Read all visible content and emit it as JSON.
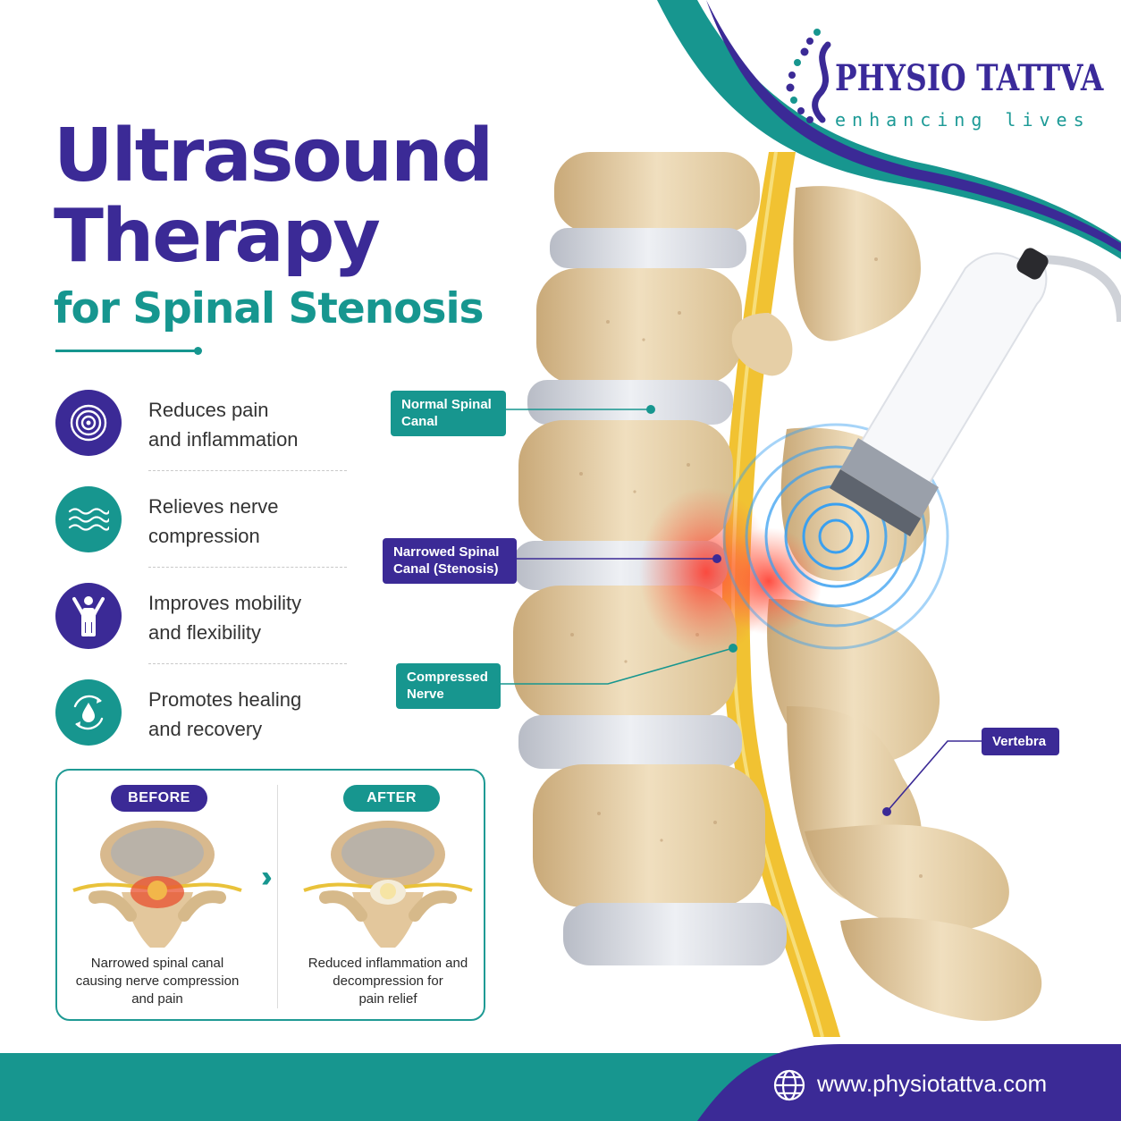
{
  "brand": {
    "name": "PHYSIO TATTVA",
    "tagline": "enhancing lives"
  },
  "header": {
    "title_line1": "Ultrasound",
    "title_line2": "Therapy",
    "subtitle": "for Spinal Stenosis"
  },
  "benefits": [
    {
      "icon": "concentric-circles-icon",
      "line1": "Reduces pain",
      "line2": "and inflammation"
    },
    {
      "icon": "waves-icon",
      "line1": "Relieves nerve",
      "line2": "compression"
    },
    {
      "icon": "person-arms-up-icon",
      "line1": "Improves mobility",
      "line2": "and flexibility"
    },
    {
      "icon": "healing-drop-icon",
      "line1": "Promotes healing",
      "line2": "and recovery"
    }
  ],
  "comparison": {
    "before_label": "BEFORE",
    "after_label": "AFTER",
    "before_caption_1": "Narrowed spinal canal",
    "before_caption_2": "causing nerve compression",
    "before_caption_3": "and pain",
    "after_caption_1": "Reduced inflammation and",
    "after_caption_2": "decompression for",
    "after_caption_3": "pain relief"
  },
  "callouts": {
    "normal_1": "Normal Spinal",
    "normal_2": "Canal",
    "narrowed_1": "Narrowed Spinal",
    "narrowed_2": "Canal (Stenosis)",
    "compressed_1": "Compressed",
    "compressed_2": "Nerve",
    "vertebra": "Vertebra"
  },
  "footer": {
    "url": "www.physiotattva.com"
  },
  "colors": {
    "purple": "#3b2a96",
    "teal": "#17968f"
  }
}
